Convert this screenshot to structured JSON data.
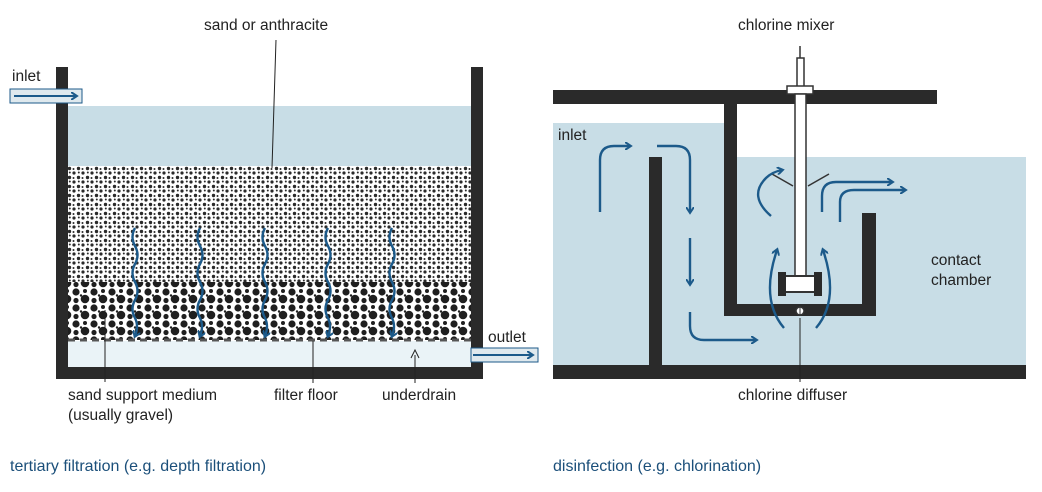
{
  "filtration": {
    "labels": {
      "top": "sand or anthracite",
      "inlet": "inlet",
      "outlet": "outlet",
      "support_line1": "sand support medium",
      "support_line2": "(usually gravel)",
      "floor": "filter floor",
      "underdrain": "underdrain"
    },
    "caption": "tertiary filtration (e.g. depth filtration)"
  },
  "disinfection": {
    "labels": {
      "mixer": "chlorine mixer",
      "inlet": "inlet",
      "chamber_line1": "contact",
      "chamber_line2": "chamber",
      "diffuser": "chlorine diffuser"
    },
    "caption": "disinfection (e.g. chlorination)"
  },
  "colors": {
    "water": "#c8dde6",
    "structure": "#2a2a2a",
    "arrow": "#1c5a8a"
  }
}
